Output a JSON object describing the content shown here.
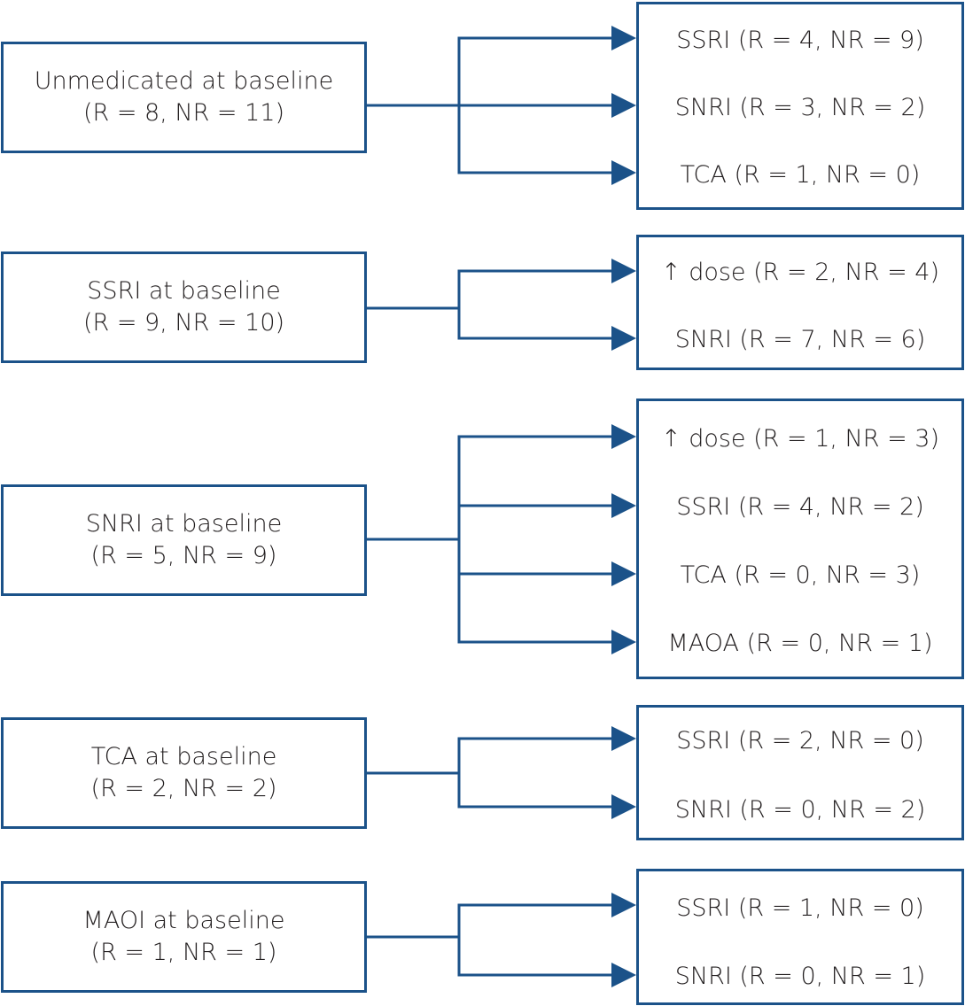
{
  "colors": {
    "line": "#1b5289",
    "text": "#231f20",
    "background": "#ffffff"
  },
  "groups": [
    {
      "baseline": {
        "title": "Unmedicated at baseline",
        "counts": "(R = 8,  NR = 11)"
      },
      "outcomes": [
        {
          "label": "SSRI (R = 4,  NR = 9)"
        },
        {
          "label": "SNRI (R = 3,  NR = 2)"
        },
        {
          "label": "TCA (R = 1,  NR = 0)"
        }
      ]
    },
    {
      "baseline": {
        "title": "SSRI at baseline",
        "counts": "(R = 9,  NR = 10)"
      },
      "outcomes": [
        {
          "label": "↑ dose (R = 2,  NR = 4)"
        },
        {
          "label": "SNRI (R = 7,  NR = 6)"
        }
      ]
    },
    {
      "baseline": {
        "title": "SNRI at baseline",
        "counts": "(R = 5,  NR = 9)"
      },
      "outcomes": [
        {
          "label": "↑ dose (R = 1,  NR = 3)"
        },
        {
          "label": "SSRI (R = 4,  NR = 2)"
        },
        {
          "label": "TCA (R = 0,  NR = 3)"
        },
        {
          "label": "MAOA (R = 0,  NR = 1)"
        }
      ]
    },
    {
      "baseline": {
        "title": "TCA at baseline",
        "counts": "(R = 2,  NR = 2)"
      },
      "outcomes": [
        {
          "label": "SSRI (R = 2,  NR = 0)"
        },
        {
          "label": "SNRI (R = 0,  NR = 2)"
        }
      ]
    },
    {
      "baseline": {
        "title": "MAOI at baseline",
        "counts": "(R = 1,  NR = 1)"
      },
      "outcomes": [
        {
          "label": "SSRI (R = 1,  NR = 0)"
        },
        {
          "label": "SNRI (R = 0,  NR = 1)"
        }
      ]
    }
  ]
}
